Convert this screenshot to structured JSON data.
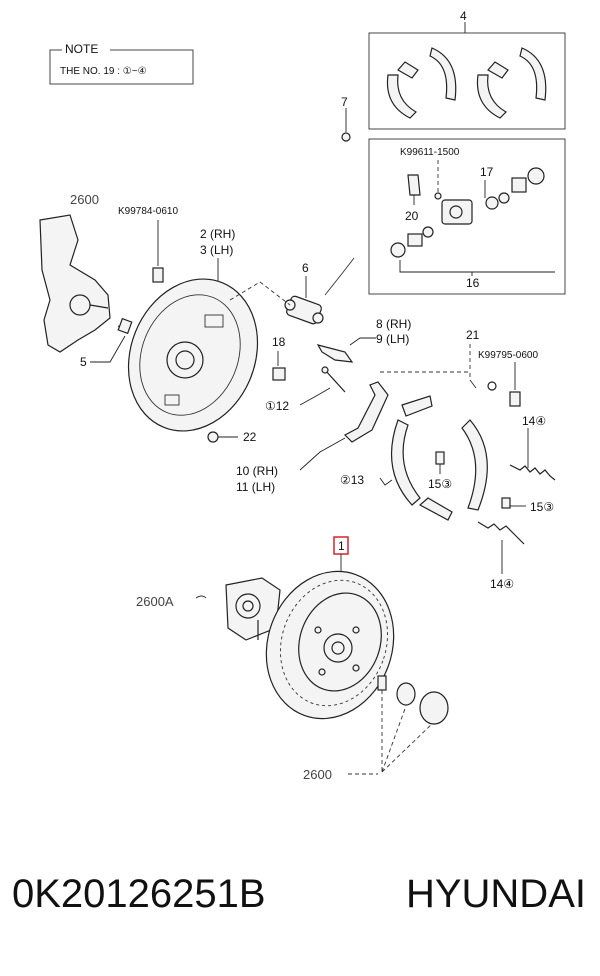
{
  "note": {
    "title": "NOTE",
    "text": "THE NO. 19 : ①~④"
  },
  "labels": {
    "p4": "4",
    "p7": "7",
    "k99611": "K99611-1500",
    "p17": "17",
    "p20": "20",
    "p16": "16",
    "ref2600_top": "2600",
    "k99784": "K99784-0610",
    "p2rh": "2 (RH)",
    "p3lh": "3 (LH)",
    "p6": "6",
    "p8rh": "8 (RH)",
    "p9lh": "9 (LH)",
    "p21": "21",
    "k99795": "K99795-0600",
    "p5": "5",
    "p18": "18",
    "p12": "①12",
    "p22": "22",
    "p14a": "14④",
    "p10rh": "10 (RH)",
    "p11lh": "11 (LH)",
    "p13": "②13",
    "p15a": "15③",
    "p15b": "15③",
    "p1": "1",
    "ref2600A": "2600A",
    "p14b": "14④",
    "ref2600_bot": "2600"
  },
  "highlight_color": "#d9232d",
  "footer": {
    "code": "0K20126251B",
    "brand": "HYUNDAI"
  }
}
